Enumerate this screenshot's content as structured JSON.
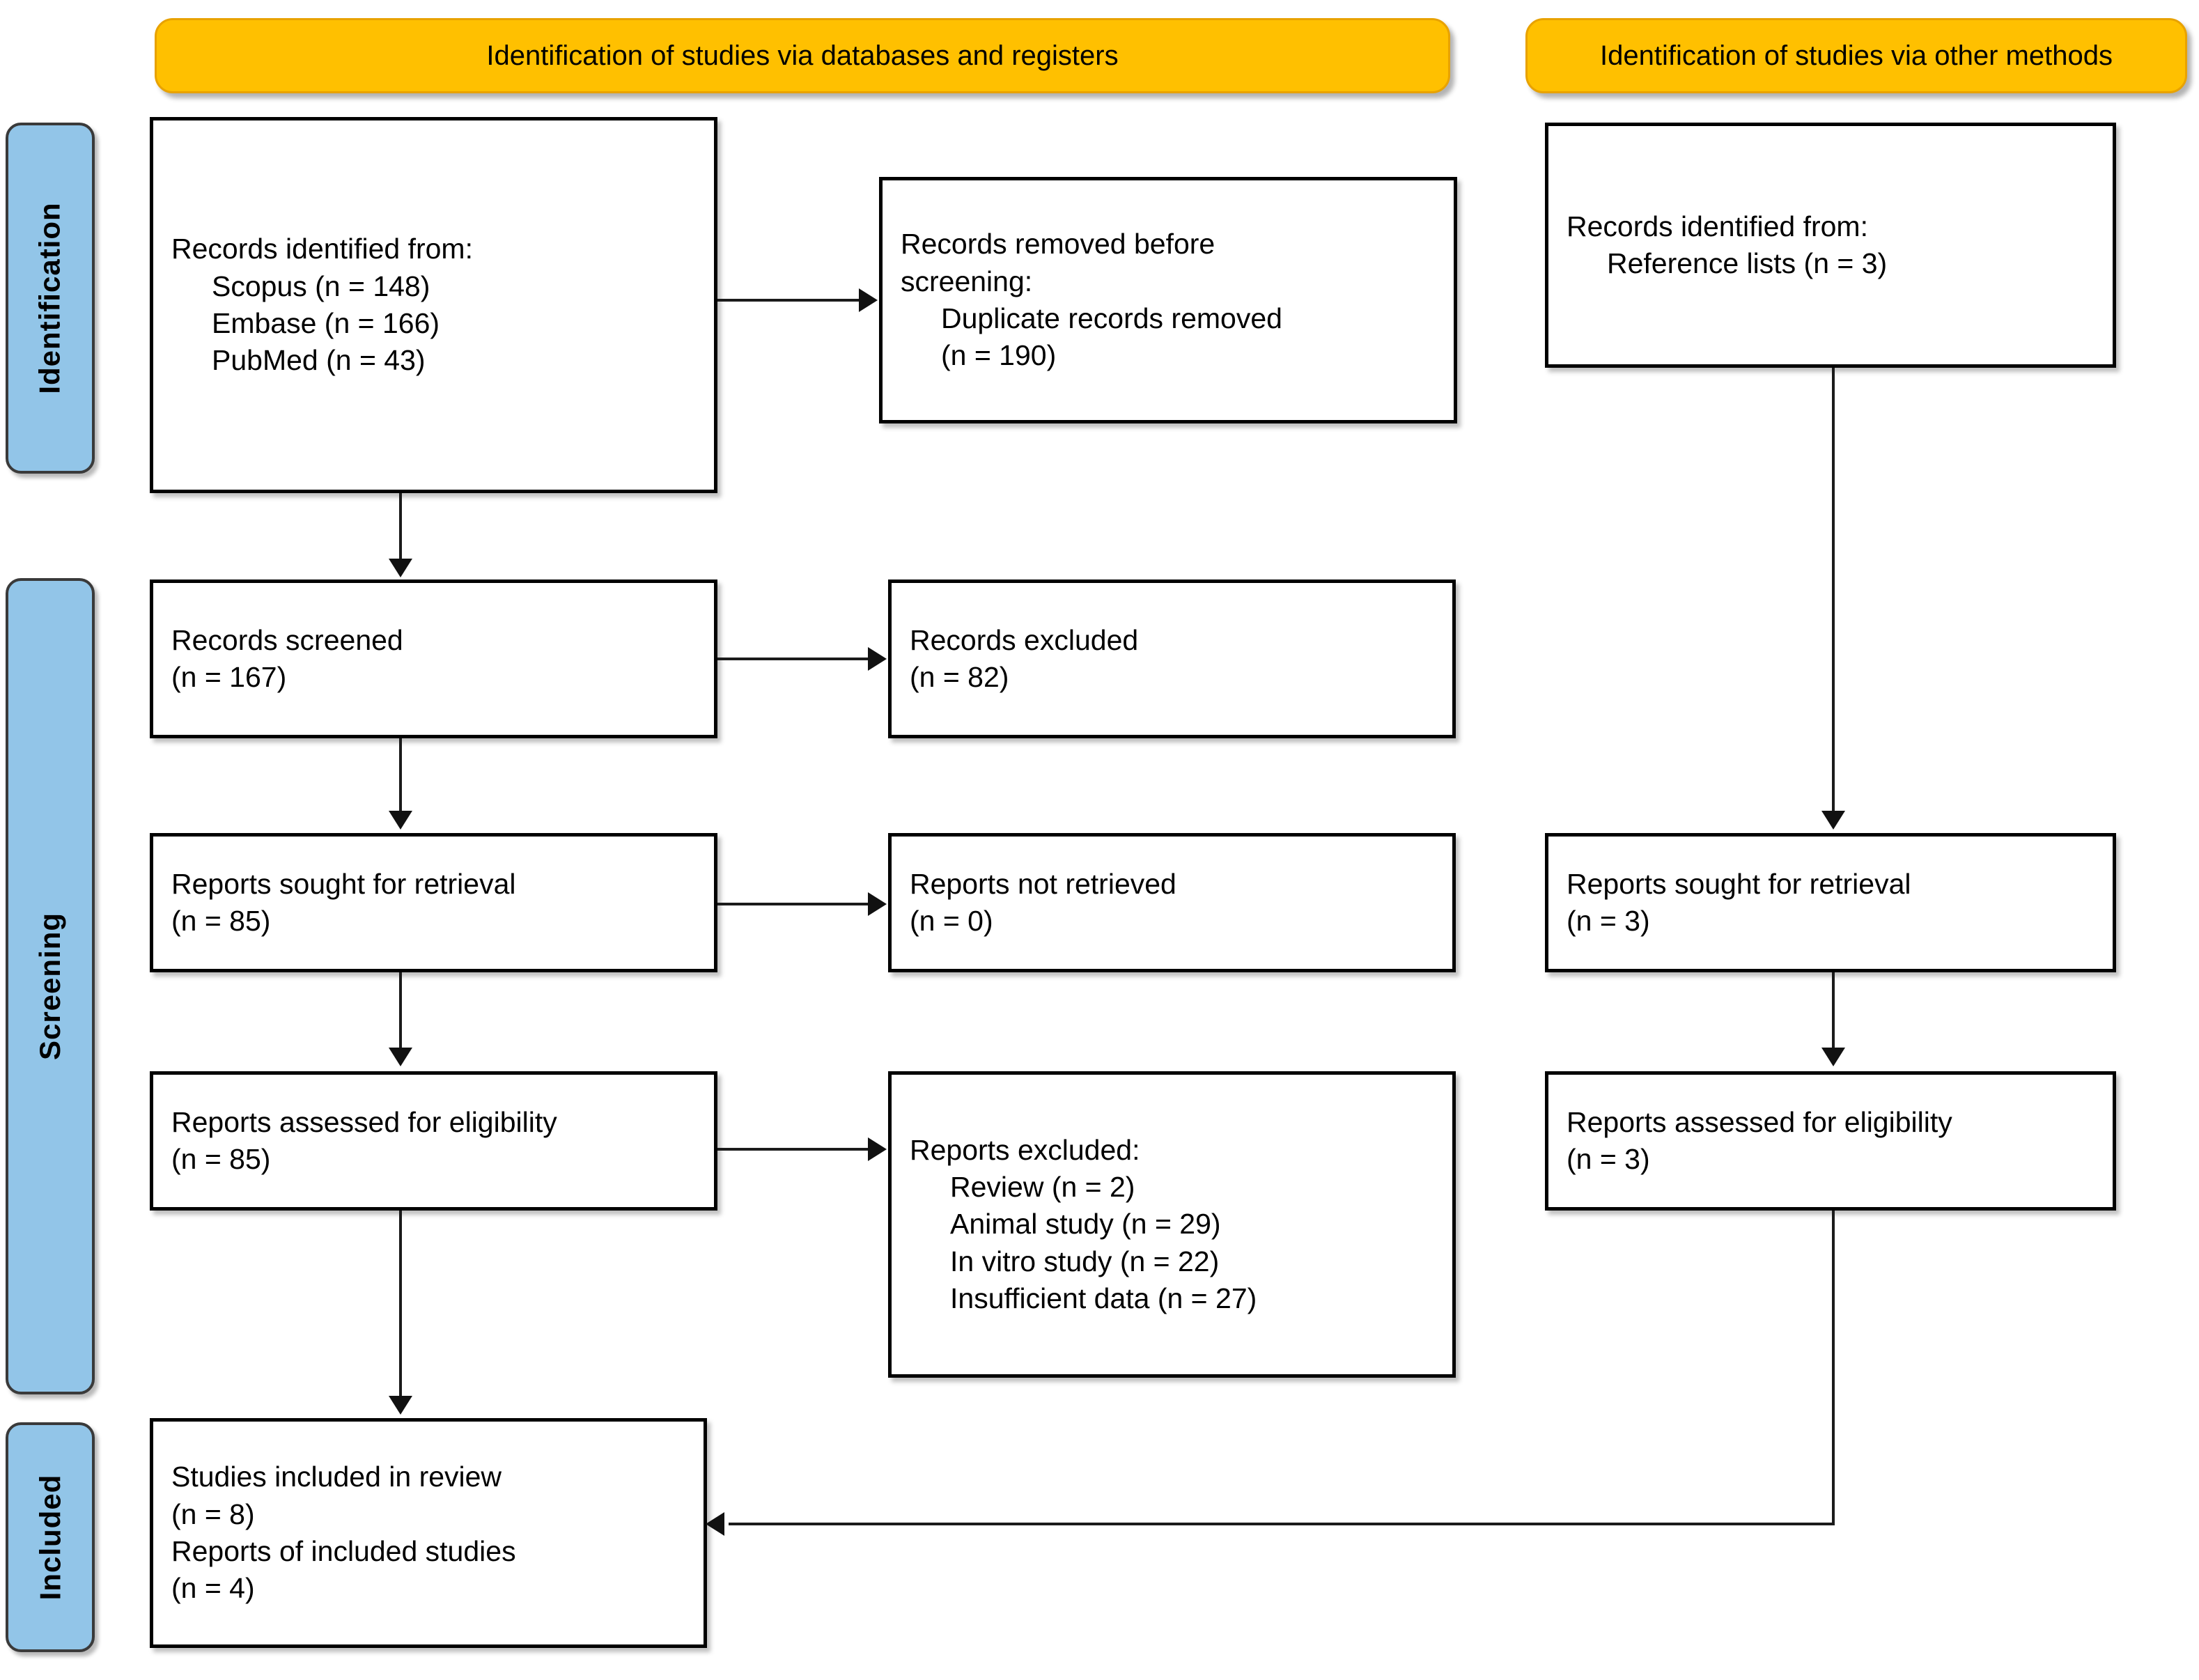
{
  "headers": {
    "databases": "Identification of studies via databases and registers",
    "other": "Identification of studies via other methods"
  },
  "stages": {
    "identification": "Identification",
    "screening": "Screening",
    "included": "Included"
  },
  "boxes": {
    "records_identified": {
      "l1": "Records identified from:",
      "l2": "Scopus (n = 148)",
      "l3": "Embase (n = 166)",
      "l4": "PubMed (n = 43)"
    },
    "records_removed": {
      "l1": "Records removed ",
      "l1_ital": "before",
      "l2_ital": "screening",
      "l2_tail": ":",
      "l3": "Duplicate records removed",
      "l4": "(n = 190)"
    },
    "records_screened": {
      "l1": "Records screened",
      "l2": "(n = 167)"
    },
    "records_excluded": {
      "l1": "Records excluded",
      "l2": "(n = 82)"
    },
    "reports_sought": {
      "l1": "Reports sought for retrieval",
      "l2": "(n = 85)"
    },
    "reports_not_retrieved": {
      "l1": "Reports not retrieved",
      "l2": "(n = 0)"
    },
    "reports_assessed": {
      "l1": "Reports assessed for eligibility",
      "l2": "(n = 85)"
    },
    "reports_excluded": {
      "l1": "Reports excluded:",
      "l2": "Review (n = 2)",
      "l3": "Animal study (n = 29)",
      "l4": "In vitro study (n = 22)",
      "l5": "Insufficient data (n = 27)"
    },
    "studies_included": {
      "l1": "Studies included in review",
      "l2": "(n = 8)",
      "l3": "Reports of included studies",
      "l4": "(n = 4)"
    },
    "other_identified": {
      "l1": "Records identified from:",
      "l2": "Reference lists (n = 3)"
    },
    "other_sought": {
      "l1": "Reports sought for retrieval",
      "l2": "(n = 3)"
    },
    "other_assessed": {
      "l1": "Reports assessed for eligibility",
      "l2": "(n = 3)"
    }
  },
  "colors": {
    "header_fill": "#FFC000",
    "rail_fill": "#92C5E8",
    "box_border": "#000000",
    "background": "#FFFFFF"
  }
}
